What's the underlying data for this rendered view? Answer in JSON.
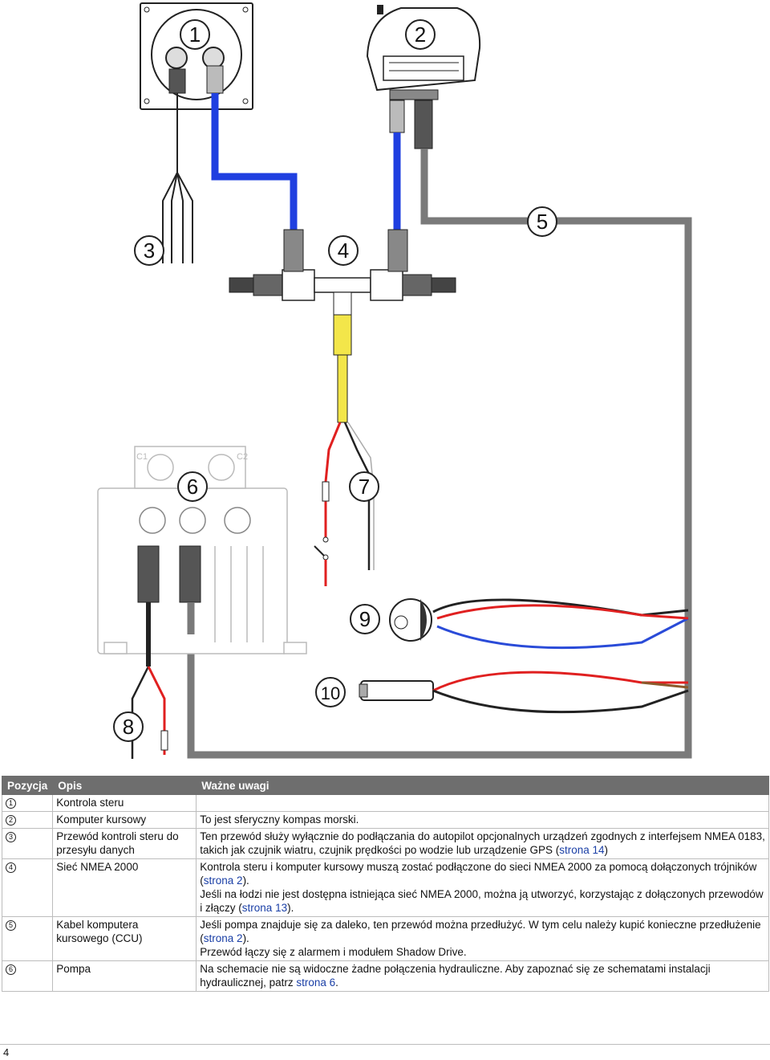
{
  "diagram": {
    "callouts": [
      "1",
      "2",
      "3",
      "4",
      "5",
      "6",
      "7",
      "8",
      "9",
      "10"
    ],
    "connector_labels": {
      "c1": "C1",
      "c2": "C2"
    }
  },
  "table": {
    "headers": {
      "pos": "Pozycja",
      "opis": "Opis",
      "uwagi": "Ważne uwagi"
    },
    "rows": [
      {
        "num": "1",
        "opis": "Kontrola steru",
        "notes": [
          {
            "parts": [
              {
                "text": ""
              }
            ]
          }
        ]
      },
      {
        "num": "2",
        "opis": "Komputer kursowy",
        "notes": [
          {
            "parts": [
              {
                "text": "To jest sferyczny kompas morski."
              }
            ]
          }
        ]
      },
      {
        "num": "3",
        "opis": "Przewód kontroli steru do przesyłu danych",
        "notes": [
          {
            "parts": [
              {
                "text": "Ten przewód służy wyłącznie do podłączania do autopilot opcjonalnych urządzeń zgodnych z interfejsem NMEA 0183, takich jak czujnik wiatru, czujnik prędkości po wodzie lub urządzenie GPS ("
              },
              {
                "text": "strona 14",
                "link": true
              },
              {
                "text": ")"
              }
            ]
          }
        ]
      },
      {
        "num": "4",
        "opis": "Sieć NMEA 2000",
        "notes": [
          {
            "parts": [
              {
                "text": "Kontrola steru i komputer kursowy muszą zostać podłączone do sieci NMEA 2000 za pomocą dołączonych trójników ("
              },
              {
                "text": "strona 2",
                "link": true
              },
              {
                "text": ")."
              }
            ]
          },
          {
            "parts": [
              {
                "text": "Jeśli na łodzi nie jest dostępna istniejąca sieć NMEA 2000, można ją utworzyć, korzystając z dołączonych przewodów i złączy ("
              },
              {
                "text": "strona 13",
                "link": true
              },
              {
                "text": ")."
              }
            ]
          }
        ]
      },
      {
        "num": "5",
        "opis": "Kabel komputera kursowego (CCU)",
        "notes": [
          {
            "parts": [
              {
                "text": "Jeśli pompa znajduje się za daleko, ten przewód można przedłużyć. W tym celu należy kupić konieczne przedłużenie ("
              },
              {
                "text": "strona 2",
                "link": true
              },
              {
                "text": ")."
              }
            ]
          },
          {
            "parts": [
              {
                "text": "Przewód łączy się z alarmem i modułem Shadow Drive."
              }
            ]
          }
        ]
      },
      {
        "num": "6",
        "opis": "Pompa",
        "notes": [
          {
            "parts": [
              {
                "text": "Na schemacie nie są widoczne żadne połączenia hydrauliczne. Aby zapoznać się ze schematami instalacji hydraulicznej, patrz "
              },
              {
                "text": "strona 6",
                "link": true
              },
              {
                "text": "."
              }
            ]
          }
        ]
      }
    ]
  },
  "footer": {
    "page_number": "4"
  },
  "colors": {
    "header_bg": "#6e6e6e",
    "link": "#1a3fa6",
    "nmea_blue": "#1f3fe0",
    "backbone_yellow": "#f3e64a",
    "ccu_gray": "#7a7a7a",
    "wire_red": "#e02020",
    "wire_blue": "#2a4bd8",
    "wire_brown": "#8b5a2b"
  }
}
